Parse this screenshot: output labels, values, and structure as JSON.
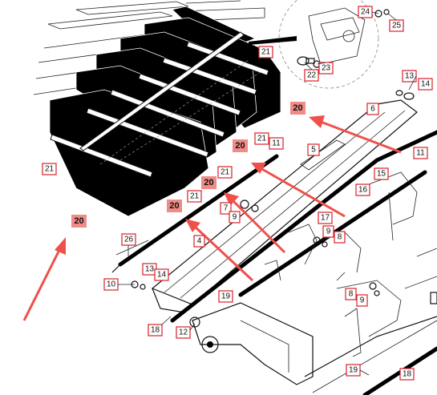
{
  "callouts": [
    {
      "id": "c24",
      "text": "24",
      "highlight": false
    },
    {
      "id": "c25",
      "text": "25",
      "highlight": false
    },
    {
      "id": "c22",
      "text": "22",
      "highlight": false
    },
    {
      "id": "c23",
      "text": "23",
      "highlight": false
    },
    {
      "id": "c21a",
      "text": "21",
      "highlight": false
    },
    {
      "id": "c13a",
      "text": "13",
      "highlight": false
    },
    {
      "id": "c14a",
      "text": "14",
      "highlight": false
    },
    {
      "id": "c20a",
      "text": "20",
      "highlight": true
    },
    {
      "id": "c6",
      "text": "6",
      "highlight": false
    },
    {
      "id": "c21b",
      "text": "21",
      "highlight": false
    },
    {
      "id": "c11a",
      "text": "11",
      "highlight": false
    },
    {
      "id": "c20b",
      "text": "20",
      "highlight": true
    },
    {
      "id": "c5",
      "text": "5",
      "highlight": false
    },
    {
      "id": "c11b",
      "text": "11",
      "highlight": false
    },
    {
      "id": "c21c",
      "text": "21",
      "highlight": false
    },
    {
      "id": "c21d",
      "text": "21",
      "highlight": false
    },
    {
      "id": "c20c",
      "text": "20",
      "highlight": true
    },
    {
      "id": "c15",
      "text": "15",
      "highlight": false
    },
    {
      "id": "c16",
      "text": "16",
      "highlight": false
    },
    {
      "id": "c21e",
      "text": "21",
      "highlight": false
    },
    {
      "id": "c20d",
      "text": "20",
      "highlight": true
    },
    {
      "id": "c7",
      "text": "7",
      "highlight": false
    },
    {
      "id": "c9a",
      "text": "9",
      "highlight": false
    },
    {
      "id": "c17",
      "text": "17",
      "highlight": false
    },
    {
      "id": "c9b",
      "text": "9",
      "highlight": false
    },
    {
      "id": "c8a",
      "text": "8",
      "highlight": false
    },
    {
      "id": "c20e",
      "text": "20",
      "highlight": true
    },
    {
      "id": "c26",
      "text": "26",
      "highlight": false
    },
    {
      "id": "c4",
      "text": "4",
      "highlight": false
    },
    {
      "id": "c13b",
      "text": "13",
      "highlight": false
    },
    {
      "id": "c14b",
      "text": "14",
      "highlight": false
    },
    {
      "id": "c10",
      "text": "10",
      "highlight": false
    },
    {
      "id": "c19a",
      "text": "19",
      "highlight": false
    },
    {
      "id": "c8b",
      "text": "8",
      "highlight": false
    },
    {
      "id": "c9c",
      "text": "9",
      "highlight": false
    },
    {
      "id": "c18a",
      "text": "18",
      "highlight": false
    },
    {
      "id": "c12",
      "text": "12",
      "highlight": false
    },
    {
      "id": "c19b",
      "text": "19",
      "highlight": false
    },
    {
      "id": "c18b",
      "text": "18",
      "highlight": false
    }
  ],
  "colors": {
    "callout_border": "#d9202a",
    "callout_highlight_fill": "#f08b88",
    "arrow": "#f0504a",
    "ink": "#000000",
    "background": "#ffffff"
  }
}
